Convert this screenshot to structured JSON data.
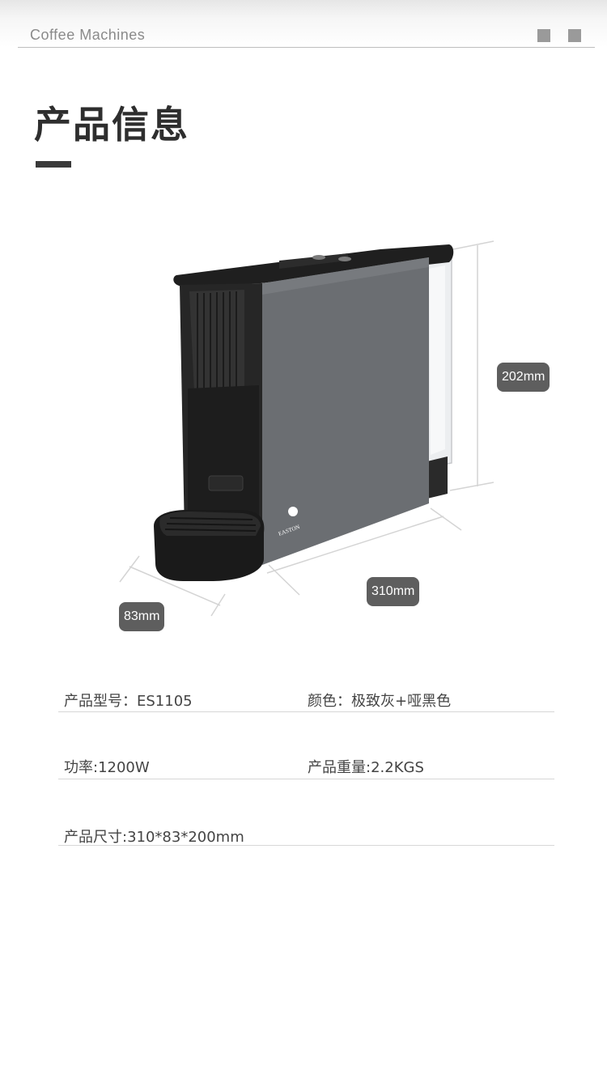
{
  "header": {
    "brand_text": "Coffee Machines"
  },
  "section": {
    "title": "产品信息"
  },
  "product": {
    "logo_text": "EASTON",
    "dimensions": {
      "height": "202mm",
      "length": "310mm",
      "depth": "83mm"
    }
  },
  "specs": {
    "model": "产品型号：ES1105",
    "color": "颜色：极致灰+哑黑色",
    "power": "功率:1200W",
    "weight": "产品重量:2.2KGS",
    "size": "产品尺寸:310*83*200mm"
  },
  "colors": {
    "body_grey": "#6b6e72",
    "matte_black": "#232323",
    "label_bg": "#5e5e5e"
  }
}
